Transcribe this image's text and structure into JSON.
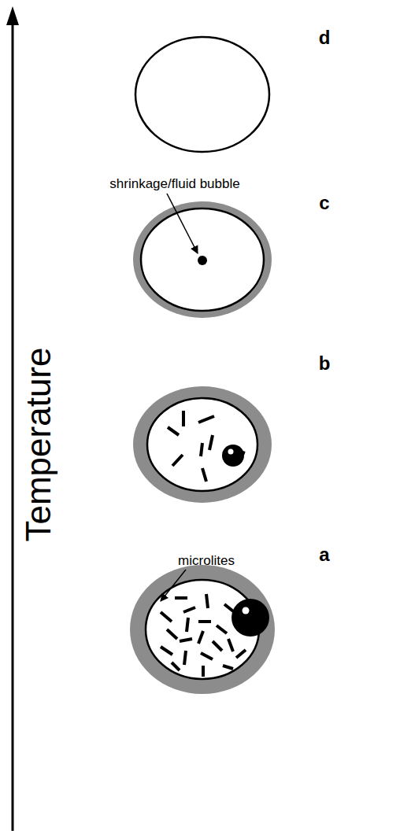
{
  "diagram": {
    "labels": [
      "d",
      "shrinkage/fluid bubble",
      "c",
      "b",
      "microlites",
      "a",
      "Temperature"
    ]
  }
}
